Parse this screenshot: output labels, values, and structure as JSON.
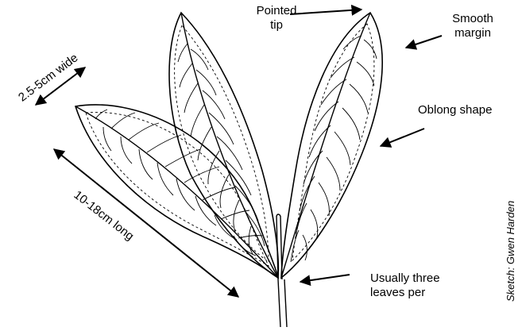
{
  "figure": {
    "labels": {
      "pointed_tip": [
        "Pointed",
        "tip"
      ],
      "smooth_margin": [
        "Smooth",
        "margin"
      ],
      "oblong_shape": "Oblong shape",
      "width": "2.5-5cm wide",
      "length": "10-18cm long",
      "three_leaves": [
        "Usually three",
        "leaves per"
      ],
      "credit": "Sketch: Gwen Harden"
    },
    "colors": {
      "ink": "#000000",
      "background": "#ffffff"
    }
  }
}
